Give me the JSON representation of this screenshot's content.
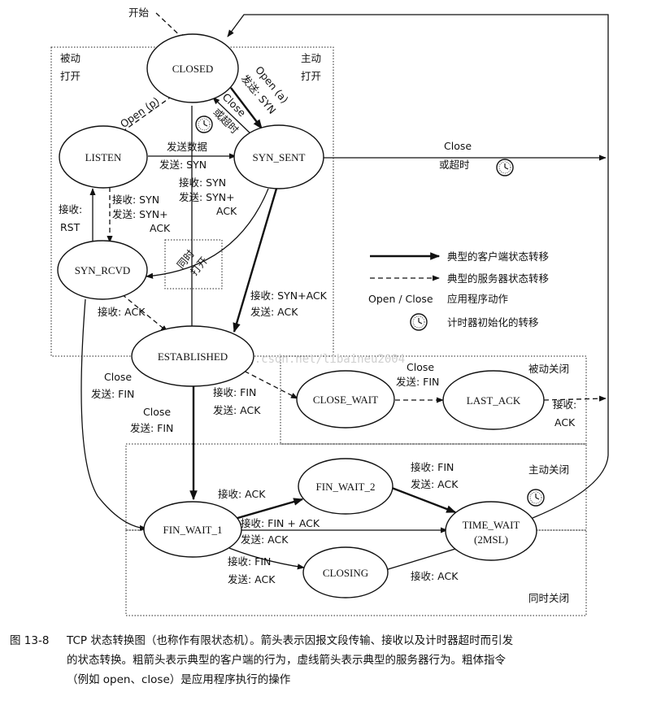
{
  "diagram": {
    "start_label": "开始",
    "regions": {
      "passive_open": "被动\n打开",
      "active_open": "主动\n打开",
      "passive_close": "被动关闭",
      "active_close": "主动关闭",
      "simul_close": "同时关闭",
      "simul_open": "同时\n打开"
    },
    "states": {
      "closed": "CLOSED",
      "listen": "LISTEN",
      "syn_sent": "SYN_SENT",
      "syn_rcvd": "SYN_RCVD",
      "established": "ESTABLISHED",
      "close_wait": "CLOSE_WAIT",
      "last_ack": "LAST_ACK",
      "fin_wait_1": "FIN_WAIT_1",
      "fin_wait_2": "FIN_WAIT_2",
      "closing": "CLOSING",
      "time_wait": "TIME_WAIT",
      "time_wait_sub": "(2MSL)"
    },
    "transitions": {
      "open_p": "Open (p)",
      "open_a": "Open (a)",
      "send_syn_a": "发送: SYN",
      "close_timeout_1": "Close",
      "close_timeout_2": "或超时",
      "send_data": "发送数据",
      "send_syn": "发送: SYN",
      "recv_syn_1": "接收: SYN",
      "send_syn_ack_1": "发送: SYN+",
      "ack_1": "ACK",
      "recv_syn_2": "接收: SYN",
      "send_syn_ack_2": "发送: SYN+",
      "ack_2": "ACK",
      "recv_rst_1": "接收:",
      "recv_rst_2": "RST",
      "recv_ack_1": "接收: ACK",
      "recv_synack": "接收: SYN+ACK",
      "send_ack_1": "发送: ACK",
      "close_right_1": "Close",
      "close_right_2": "或超时",
      "close_est": "Close",
      "send_fin_est": "发送: FIN",
      "close_cw": "Close",
      "send_fin_cw": "发送: FIN",
      "recv_fin_est": "接收: FIN",
      "send_ack_est": "发送: ACK",
      "recv_ack_la_1": "接收:",
      "recv_ack_la_2": "ACK",
      "close_left": "Close",
      "send_fin_left": "发送: FIN",
      "recv_ack_fw1": "接收: ACK",
      "recv_fin_ack": "接收: FIN + ACK",
      "send_ack_fw": "发送: ACK",
      "recv_fin_cl": "接收: FIN",
      "send_ack_cl": "发送: ACK",
      "recv_fin_fw2": "接收: FIN",
      "send_ack_fw2": "发送: ACK",
      "recv_ack_closing": "接收: ACK"
    },
    "legend": {
      "client": "典型的客户端状态转移",
      "server": "典型的服务器状态转移",
      "app_action_key": "Open / Close",
      "app_action": "应用程序动作",
      "timer": "计时器初始化的转移"
    },
    "watermark": "http://blog.csdn.net/libaineu2004"
  },
  "caption": {
    "figure_number": "图 13-8",
    "line1": "TCP 状态转换图（也称作有限状态机）。箭头表示因报文段传输、接收以及计时器超时而引发",
    "line2": "的状态转换。粗箭头表示典型的客户端的行为，虚线箭头表示典型的服务器行为。粗体指令",
    "line3": "（例如 open、close）是应用程序执行的操作"
  }
}
